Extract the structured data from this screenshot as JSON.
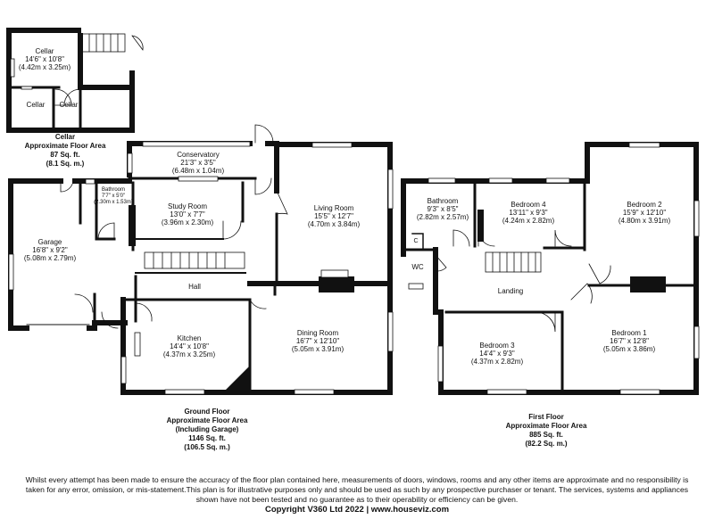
{
  "cellar": {
    "main": {
      "name": "Cellar",
      "dim_imperial": "14'6\" x 10'8\"",
      "dim_metric": "(4.42m x 3.25m)"
    },
    "small_a": "Cellar",
    "small_b": "Cellar",
    "area": {
      "title": "Cellar",
      "line1": "Approximate Floor Area",
      "line2": "87 Sq. ft.",
      "line3": "(8.1 Sq. m.)"
    }
  },
  "ground_floor": {
    "rooms": {
      "conservatory": {
        "name": "Conservatory",
        "dim_imperial": "21'3\" x 3'5\"",
        "dim_metric": "(6.48m x 1.04m)"
      },
      "bathroom": {
        "name": "Bathroom",
        "dim_imperial": "7'7\" x 5'0\"",
        "dim_metric": "(2.30m x 1.53m)"
      },
      "study": {
        "name": "Study Room",
        "dim_imperial": "13'0\" x 7'7\"",
        "dim_metric": "(3.96m x 2.30m)"
      },
      "living": {
        "name": "Living Room",
        "dim_imperial": "15'5\" x 12'7\"",
        "dim_metric": "(4.70m x 3.84m)"
      },
      "garage": {
        "name": "Garage",
        "dim_imperial": "16'8\" x 9'2\"",
        "dim_metric": "(5.08m x 2.79m)"
      },
      "hall": {
        "name": "Hall"
      },
      "kitchen": {
        "name": "Kitchen",
        "dim_imperial": "14'4\" x 10'8\"",
        "dim_metric": "(4.37m x 3.25m)"
      },
      "dining": {
        "name": "Dining Room",
        "dim_imperial": "16'7\" x 12'10\"",
        "dim_metric": "(5.05m x 3.91m)"
      }
    },
    "area": {
      "title": "Ground Floor",
      "line1": "Approximate Floor Area",
      "line2": "(Including Garage)",
      "line3": "1146 Sq. ft.",
      "line4": "(106.5 Sq. m.)"
    }
  },
  "first_floor": {
    "rooms": {
      "bathroom": {
        "name": "Bathroom",
        "dim_imperial": "9'3\" x 8'5\"",
        "dim_metric": "(2.82m x 2.57m)"
      },
      "bedroom4": {
        "name": "Bedroom 4",
        "dim_imperial": "13'11\" x 9'3\"",
        "dim_metric": "(4.24m x 2.82m)"
      },
      "bedroom2": {
        "name": "Bedroom 2",
        "dim_imperial": "15'9\" x 12'10\"",
        "dim_metric": "(4.80m x 3.91m)"
      },
      "cupboard": {
        "name": "C"
      },
      "wc": {
        "name": "WC"
      },
      "landing": {
        "name": "Landing"
      },
      "bedroom3": {
        "name": "Bedroom 3",
        "dim_imperial": "14'4\" x 9'3\"",
        "dim_metric": "(4.37m x 2.82m)"
      },
      "bedroom1": {
        "name": "Bedroom 1",
        "dim_imperial": "16'7\" x 12'8\"",
        "dim_metric": "(5.05m x 3.86m)"
      }
    },
    "area": {
      "title": "First Floor",
      "line1": "Approximate Floor Area",
      "line2": "885 Sq. ft.",
      "line3": "(82.2 Sq. m.)"
    }
  },
  "footer": {
    "disclaimer": "Whilst every attempt has been made to ensure the accuracy of the floor plan contained here, measurements of doors, windows, rooms and any other items are approximate and no responsibility is taken for any error, omission, or mis-statement.This plan is for illustrative purposes only and should be used as such by any prospective purchaser or tenant. The services, systems and appliances shown have not been tested and no guarantee as to their operability or efficiency can be given.",
    "copyright": "Copyright V360 Ltd 2022 | www.houseviz.com"
  }
}
